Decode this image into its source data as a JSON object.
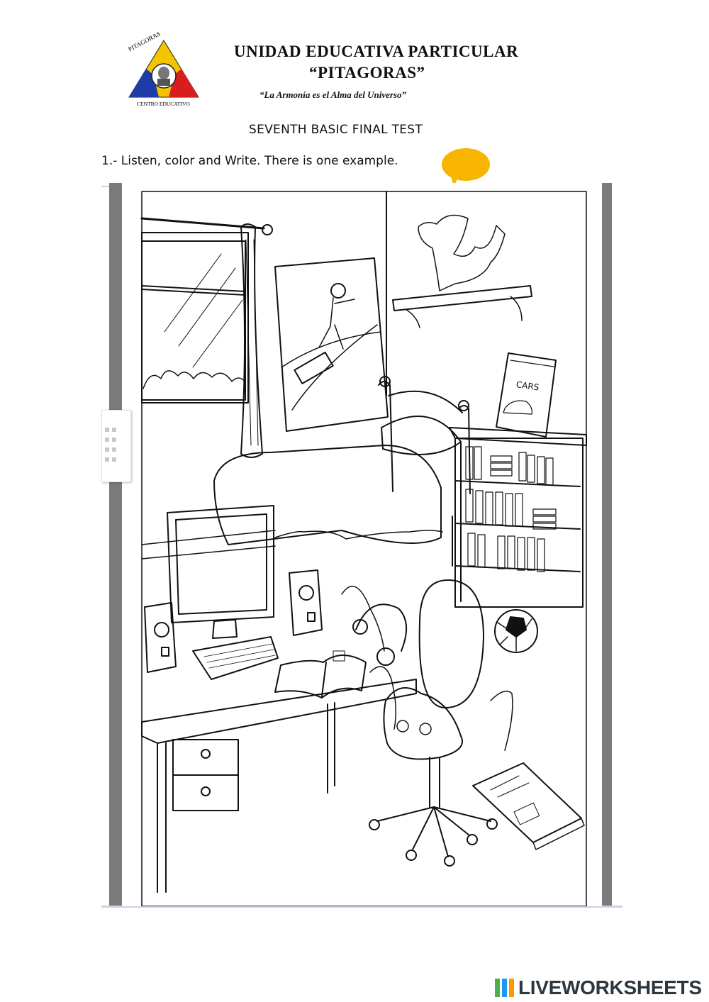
{
  "header": {
    "logo_arc_text": "PITAGORAS",
    "logo_base_text": "CENTRO EDUCATIVO",
    "school_line1": "UNIDAD EDUCATIVA PARTICULAR",
    "school_line2": "“PITAGORAS”",
    "motto": "“La Armonía es el Alma del Universo”"
  },
  "test_title": "SEVENTH BASIC FINAL TEST",
  "instruction": "1.- Listen, color and Write. There is one example.",
  "illustration": {
    "poster_text": "CARS"
  },
  "footer": {
    "brand": "LIVEWORKSHEETS"
  },
  "colors": {
    "speech_bubble": "#f7b500",
    "frame_bar": "#7a7a7a",
    "brand_text": "#2c3740"
  }
}
